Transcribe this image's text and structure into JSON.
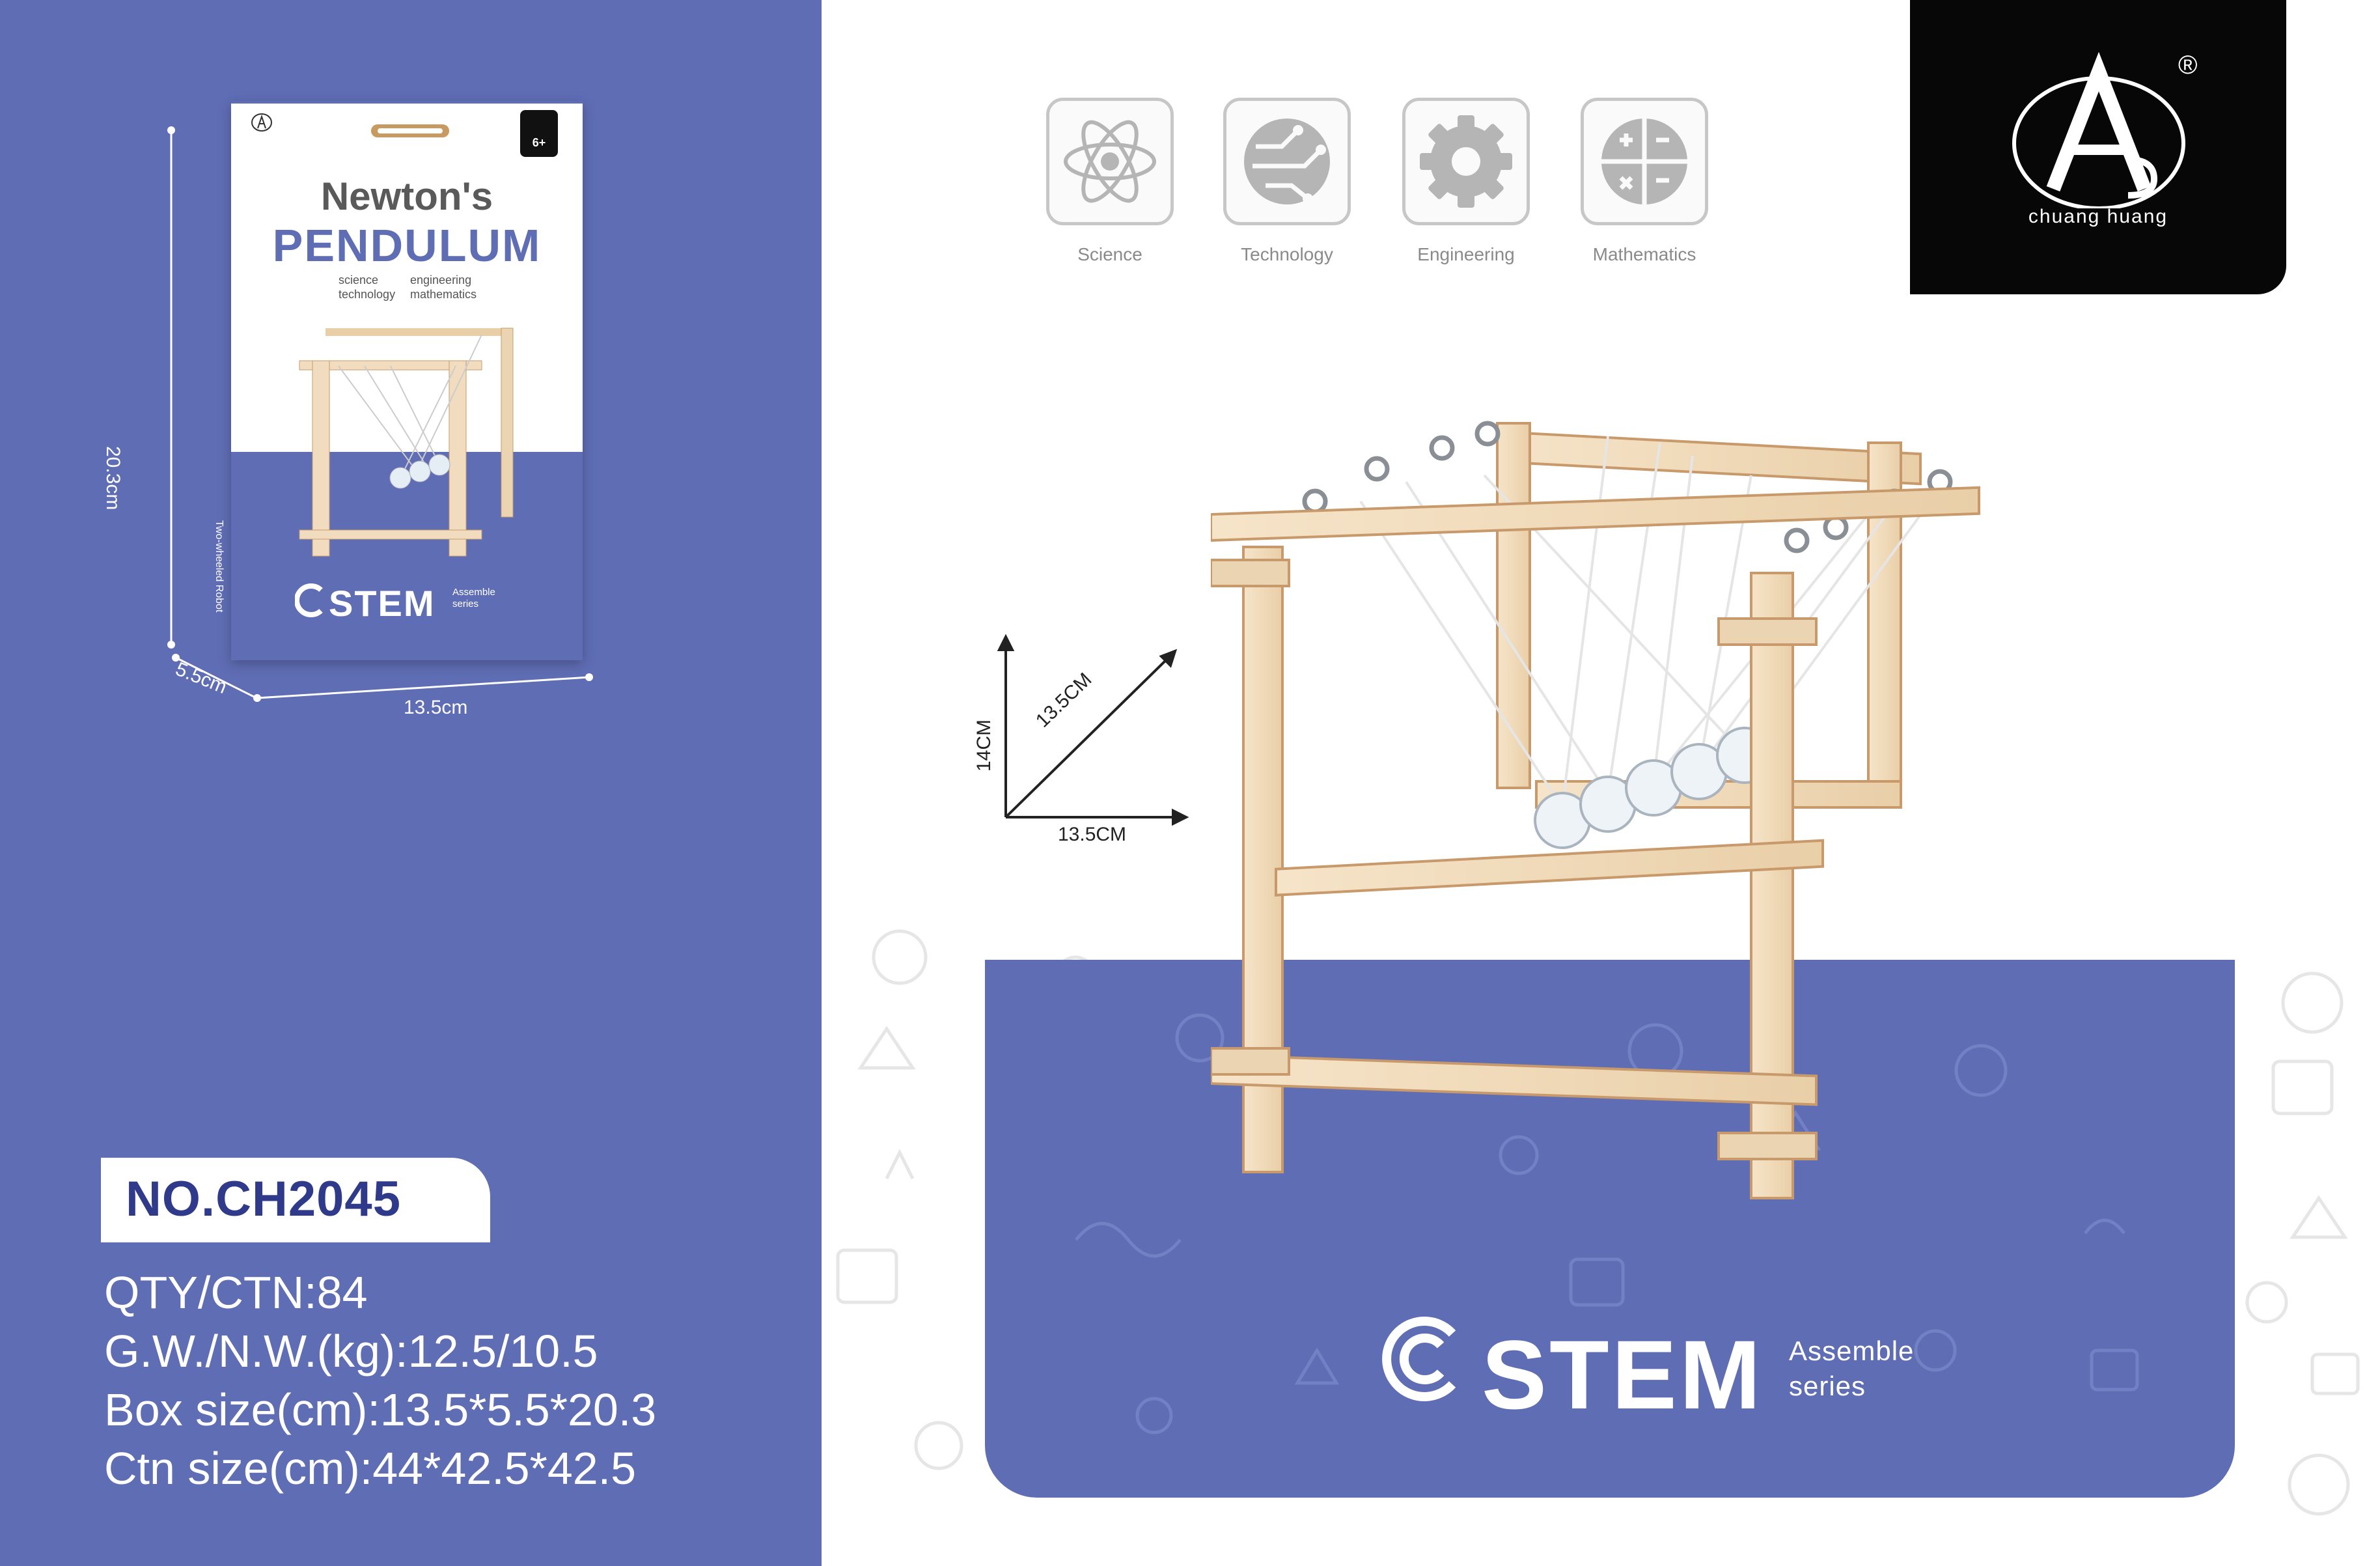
{
  "brand": {
    "name": "chuang huang",
    "registered_mark": "®"
  },
  "stem_icons": [
    {
      "label": "Science",
      "icon": "atom-icon"
    },
    {
      "label": "Technology",
      "icon": "circuit-icon"
    },
    {
      "label": "Engineering",
      "icon": "gear-icon"
    },
    {
      "label": "Mathematics",
      "icon": "math-symbols-icon"
    }
  ],
  "package": {
    "title_line1": "Newton's",
    "title_line2": "PENDULUM",
    "sub_left": [
      "science",
      "technology"
    ],
    "sub_right": [
      "engineering",
      "mathematics"
    ],
    "age": "6+",
    "stem": "STEM",
    "assemble": [
      "Assemble",
      "series"
    ],
    "side_text": "Two-wheeled Robot"
  },
  "package_dimensions": {
    "height": "20.3cm",
    "depth": "5.5cm",
    "width": "13.5cm"
  },
  "product_dimensions": {
    "height": "14CM",
    "depth": "13.5CM",
    "width": "13.5CM"
  },
  "product_number": "NO.CH2045",
  "specs": [
    "QTY/CTN:84",
    "G.W./N.W.(kg):12.5/10.5",
    "Box size(cm):13.5*5.5*20.3",
    "Ctn size(cm):44*42.5*42.5"
  ],
  "stem_branding": {
    "word": "STEM",
    "assemble": [
      "Assemble",
      "series"
    ]
  },
  "colors": {
    "brand_blue": "#5f6db5",
    "wood": "#f1dcbf",
    "badge_text": "#2f3a8a"
  }
}
